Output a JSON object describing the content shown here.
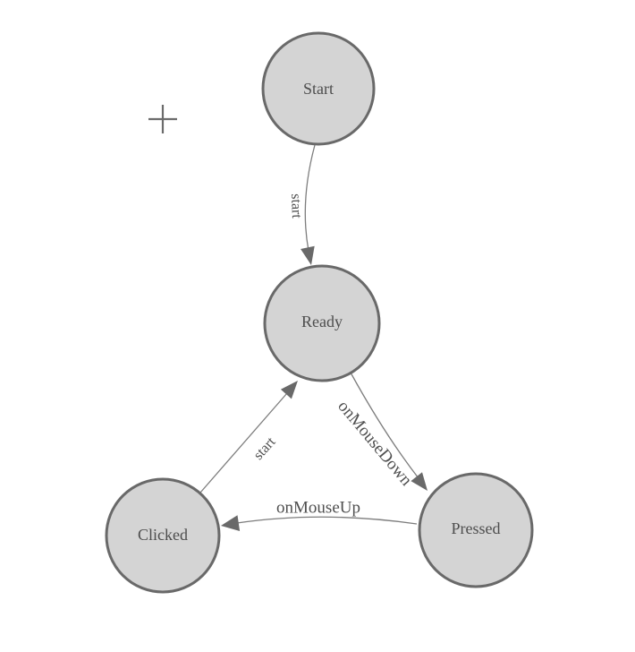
{
  "diagram": {
    "type": "state-machine",
    "nodes": [
      {
        "id": "start",
        "label": "Start"
      },
      {
        "id": "ready",
        "label": "Ready"
      },
      {
        "id": "clicked",
        "label": "Clicked"
      },
      {
        "id": "pressed",
        "label": "Pressed"
      }
    ],
    "edges": [
      {
        "from": "Start",
        "to": "Ready",
        "label": "start"
      },
      {
        "from": "Clicked",
        "to": "Ready",
        "label": "start"
      },
      {
        "from": "Ready",
        "to": "Pressed",
        "label": "onMouseDown"
      },
      {
        "from": "Pressed",
        "to": "Clicked",
        "label": "onMouseUp"
      }
    ],
    "cursor": {
      "symbol": "+"
    },
    "colors": {
      "node_fill": "#d4d4d4",
      "node_stroke": "#696969",
      "edge_line": "#7d7d7d",
      "arrowhead": "#696969",
      "label_text": "#4d4d4d",
      "background": "#ffffff"
    }
  }
}
